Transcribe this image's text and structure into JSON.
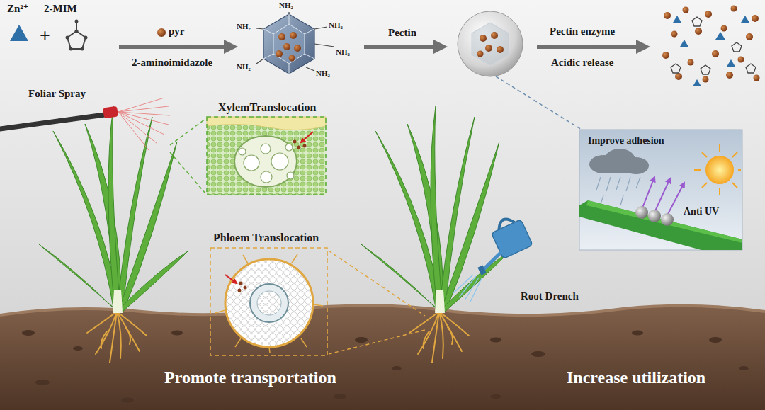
{
  "diagram": {
    "nodes": [
      {
        "text": [
          "XylemTranslocation"
        ]
      },
      {
        "text": [
          "Phloem Translocation"
        ]
      },
      {
        "text": [
          "Improve adhesion",
          "Anti UV"
        ]
      }
    ],
    "labels": [
      "Zn²⁺",
      "+",
      "2-MIM",
      "pyr",
      "2-aminoimidazole",
      "NH₂",
      "NH₂",
      "NH₂",
      "NH₂",
      "NH₂",
      "NH₂",
      "Pectin",
      "Pectin enzyme",
      "Acidic release",
      "Foliar Spray",
      "Root Drench",
      "Promote transportation",
      "Increase utilization"
    ]
  }
}
